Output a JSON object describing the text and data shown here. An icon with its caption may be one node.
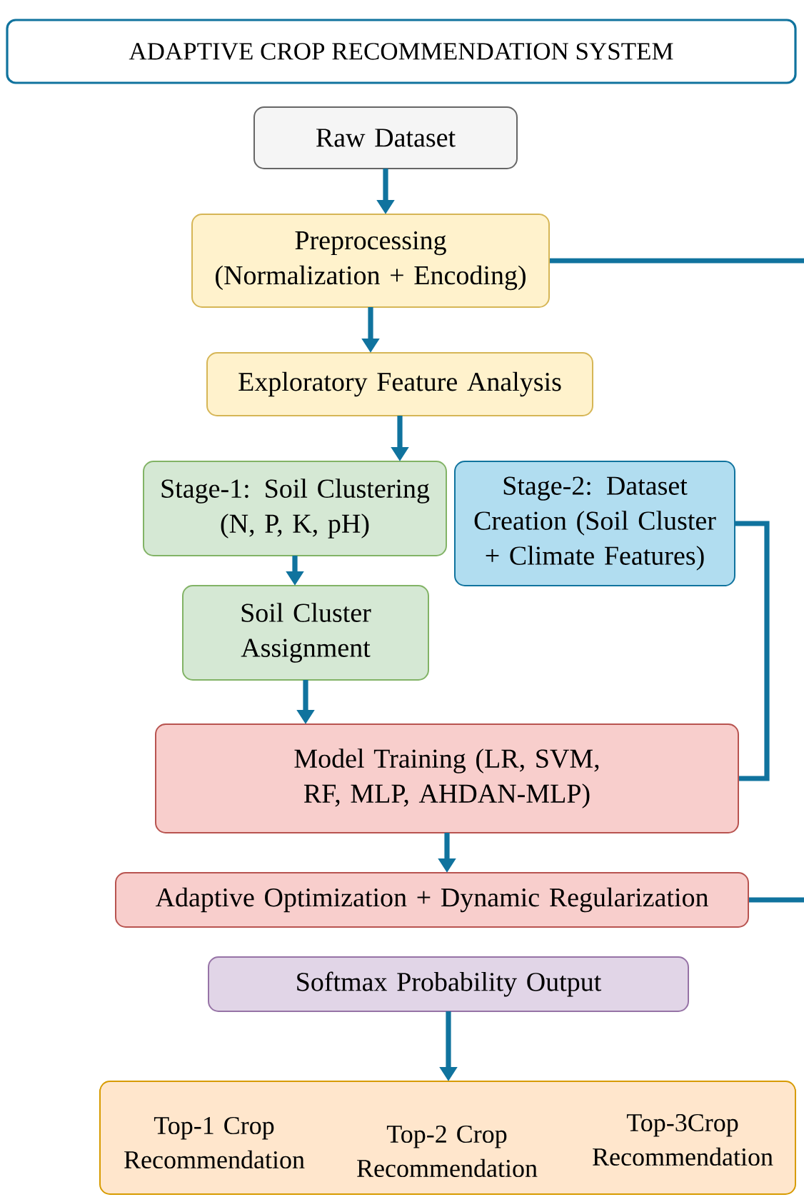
{
  "diagram": {
    "title": "ADAPTIVE CROP RECOMMENDATION SYSTEM",
    "nodes": [
      {
        "text": [
          "Raw Dataset"
        ]
      },
      {
        "text": [
          "Preprocessing (Normalization + Encoding)"
        ]
      },
      {
        "text": [
          "Exploratory Feature Analysis"
        ]
      },
      {
        "text": [
          "Stage-1: Soil Clustering (N, P, K, pH)"
        ]
      },
      {
        "text": [
          "Stage-2: Dataset Creation (Soil Cluster + Climate Features)"
        ]
      },
      {
        "text": [
          "Soil Cluster Assignment"
        ]
      },
      {
        "text": [
          "Model Training (LR, SVM, RF, MLP, AHDAN-MLP)"
        ]
      },
      {
        "text": [
          "Adaptive Optimization + Dynamic Regularization"
        ]
      },
      {
        "text": [
          "Softmax Probability Output"
        ]
      },
      {
        "text": [
          "Top-1 Crop Recommendation",
          "Top-2 Crop Recommendation",
          "Top-3Crop Recommendation"
        ]
      }
    ],
    "edges": [
      {
        "from": 0,
        "to": 1,
        "arrow": "to"
      },
      {
        "from": 1,
        "to": 2,
        "arrow": "to"
      },
      {
        "from": 1,
        "to": null,
        "arrow": "none"
      },
      {
        "from": 2,
        "to": 3,
        "arrow": "to"
      },
      {
        "from": 3,
        "to": 5,
        "arrow": "to"
      },
      {
        "from": 4,
        "to": 6,
        "arrow": "none"
      },
      {
        "from": 5,
        "to": 6,
        "arrow": "to"
      },
      {
        "from": 6,
        "to": 7,
        "arrow": "to"
      },
      {
        "from": 7,
        "to": null,
        "arrow": "none"
      },
      {
        "from": 8,
        "to": 9,
        "arrow": "to"
      }
    ]
  }
}
